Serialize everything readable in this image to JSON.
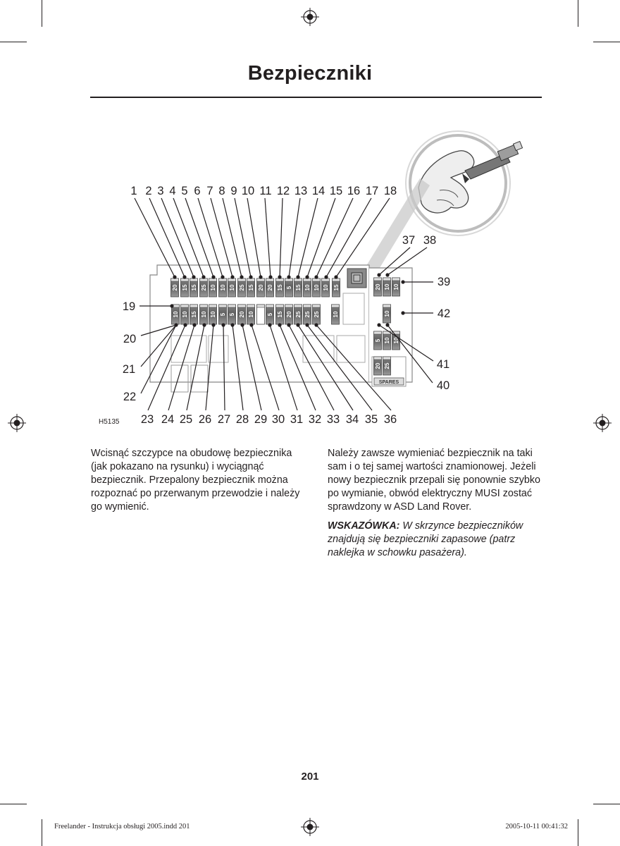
{
  "page": {
    "title": "Bezpieczniki",
    "number": "201"
  },
  "figure": {
    "ref": "H5135",
    "top_labels": [
      "1",
      "2",
      "3",
      "4",
      "5",
      "6",
      "7",
      "8",
      "9",
      "10",
      "11",
      "12",
      "13",
      "14",
      "15",
      "16",
      "17",
      "18"
    ],
    "bottom_labels": [
      "23",
      "24",
      "25",
      "26",
      "27",
      "28",
      "29",
      "30",
      "31",
      "32",
      "33",
      "34",
      "35",
      "36"
    ],
    "left_labels": [
      "19",
      "20",
      "21",
      "22"
    ],
    "right_labels": [
      "37",
      "38",
      "39",
      "42",
      "41",
      "40"
    ],
    "top_row_ratings": [
      "20",
      "15",
      "15",
      "25",
      "10",
      "10",
      "10",
      "25",
      "15",
      "20",
      "20",
      "15",
      "5",
      "15",
      "10",
      "10",
      "10",
      "15"
    ],
    "bottom_row_ratings": [
      "10",
      "10",
      "15",
      "10",
      "10",
      "5",
      "5",
      "20",
      "10",
      "",
      "5",
      "15",
      "20",
      "25",
      "25",
      "25",
      "10"
    ],
    "right_block_ratings": [
      "20",
      "10",
      "10",
      "10",
      "5",
      "10",
      "10"
    ],
    "spare_ratings": [
      "20",
      "25"
    ],
    "spares_label": "SPARES"
  },
  "left_column": {
    "paragraph": "Wcisnąć szczypce na obudowę bezpiecznika (jak pokazano na rysunku) i wyciągnąć bezpiecznik.  Przepalony bezpiecznik można rozpoznać po przerwanym przewodzie i należy go wymienić."
  },
  "right_column": {
    "paragraph": "Należy zawsze wymieniać bezpiecznik na taki sam i o tej samej wartości znamionowej. Jeżeli nowy bezpiecznik przepali się ponownie szybko po wymianie, obwód elektryczny MUSI zostać sprawdzony w ASD Land Rover.",
    "note_label": "WSKAZÓWKA:",
    "note_text": " W skrzynce bezpieczników znajdują się bezpieczniki zapasowe (patrz naklejka w schowku pasażera)."
  },
  "slug": {
    "left": "Freelander - Instrukcja obsługi 2005.indd   201",
    "right": "2005-10-11   00:41:32"
  }
}
